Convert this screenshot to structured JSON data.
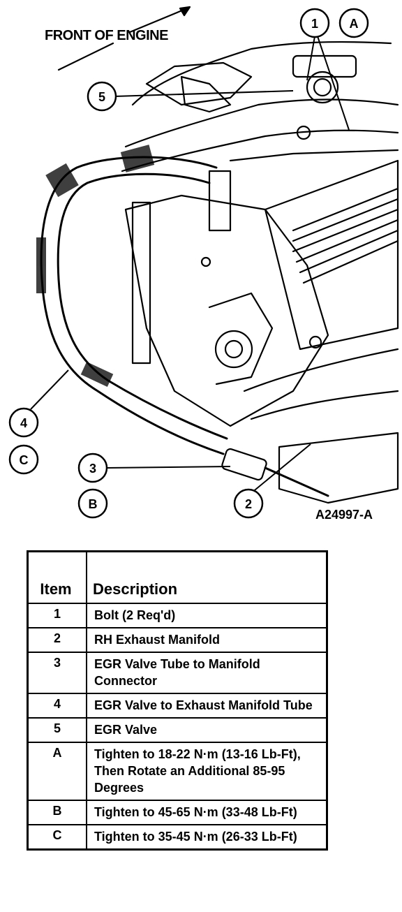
{
  "figure": {
    "front_label": "FRONT OF ENGINE",
    "figure_id": "A24997-A",
    "callouts": {
      "c1": "1",
      "cA": "A",
      "c5": "5",
      "c4": "4",
      "cC": "C",
      "c3": "3",
      "cB": "B",
      "c2": "2"
    }
  },
  "legend": {
    "headers": {
      "item": "Item",
      "description": "Description"
    },
    "rows": [
      {
        "item": "1",
        "description": "Bolt (2 Req'd)"
      },
      {
        "item": "2",
        "description": "RH Exhaust Manifold"
      },
      {
        "item": "3",
        "description": "EGR Valve Tube to Manifold Connector"
      },
      {
        "item": "4",
        "description": "EGR Valve to Exhaust Manifold Tube"
      },
      {
        "item": "5",
        "description": "EGR Valve"
      },
      {
        "item": "A",
        "description": "Tighten to 18-22 N·m (13-16 Lb-Ft), Then Rotate an Additional 85-95 Degrees"
      },
      {
        "item": "B",
        "description": "Tighten to 45-65 N·m (33-48 Lb-Ft)"
      },
      {
        "item": "C",
        "description": "Tighten to 35-45 N·m (26-33 Lb-Ft)"
      }
    ]
  }
}
